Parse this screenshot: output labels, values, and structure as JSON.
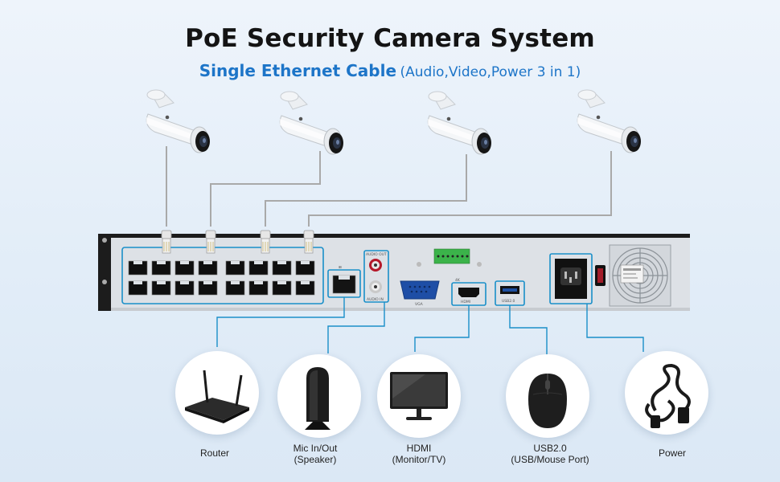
{
  "header": {
    "title": "PoE Security Camera System",
    "subtitle_main": "Single Ethernet Cable",
    "subtitle_paren": "(Audio,Video,Power 3 in 1)"
  },
  "nvr": {
    "port_labels": {
      "audio_out": "AUDIO OUT",
      "audio_in": "AUDIO IN",
      "vga": "VGA",
      "hdmi_4k": "4K",
      "hdmi": "HDMI",
      "usb": "USB2.0"
    }
  },
  "devices": [
    {
      "id": "router",
      "line1": "Router",
      "line2": "",
      "icon": "router-icon"
    },
    {
      "id": "mic",
      "line1": "Mic In/Out",
      "line2": "(Speaker)",
      "icon": "speaker-icon"
    },
    {
      "id": "hdmi",
      "line1": "HDMI",
      "line2": "(Monitor/TV)",
      "icon": "monitor-icon"
    },
    {
      "id": "usb",
      "line1": "USB2.0",
      "line2": "(USB/Mouse Port)",
      "icon": "mouse-icon"
    },
    {
      "id": "power",
      "line1": "Power",
      "line2": "",
      "icon": "power-cord-icon"
    }
  ],
  "colors": {
    "accent": "#1d75c8",
    "cable": "#a9a9a9",
    "connector_line": "#1a8fc9",
    "nvr_body": "#1c1c1c",
    "nvr_panel": "#dde1e6"
  }
}
